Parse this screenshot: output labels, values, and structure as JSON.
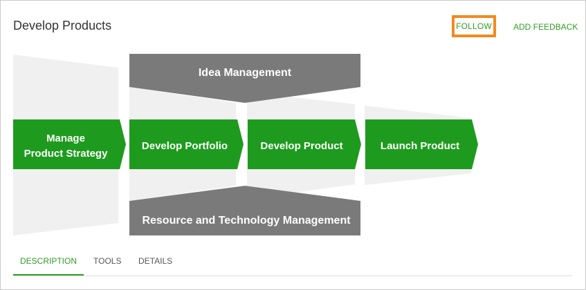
{
  "header": {
    "title": "Develop Products",
    "follow_label": "FOLLOW",
    "feedback_label": "ADD FEEDBACK"
  },
  "diagram": {
    "top_bar": "Idea Management",
    "bottom_bar": "Resource and Technology Management",
    "stages": [
      {
        "lines": [
          "Manage",
          "Product Strategy"
        ]
      },
      {
        "lines": [
          "Develop Portfolio"
        ]
      },
      {
        "lines": [
          "Develop Product"
        ]
      },
      {
        "lines": [
          "Launch Product"
        ]
      }
    ]
  },
  "tabs": [
    {
      "label": "DESCRIPTION",
      "active": true
    },
    {
      "label": "TOOLS",
      "active": false
    },
    {
      "label": "DETAILS",
      "active": false
    }
  ],
  "colors": {
    "accent_green": "#2e9e22",
    "stage_green": "#1e9b1e",
    "bar_grey": "#7a7a7a",
    "funnel_grey": "#f0f0f0",
    "highlight_orange": "#f28a1e"
  }
}
